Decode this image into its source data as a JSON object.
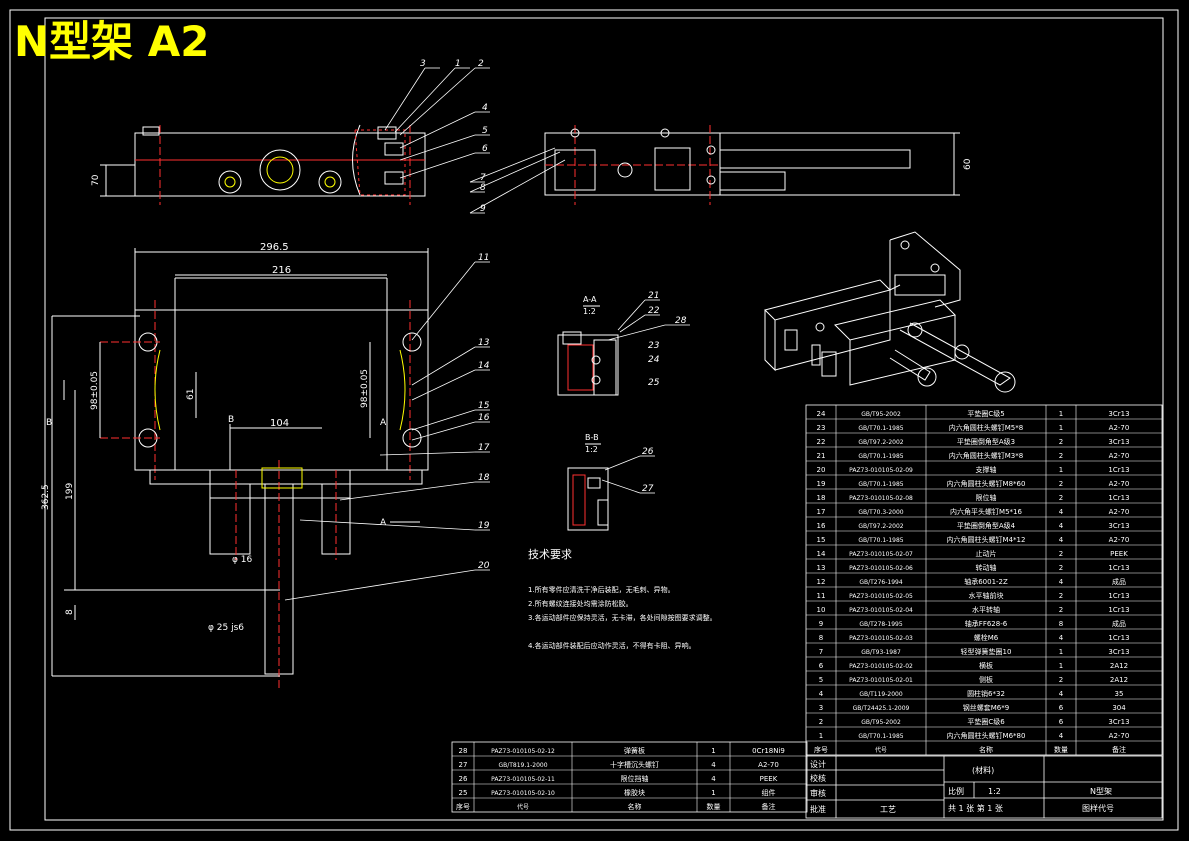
{
  "title": "N型架 A2",
  "colors": {
    "bg": "#000000",
    "line": "#ffffff",
    "yellow": "#ffff00",
    "red": "#ff3030",
    "cyan": "#00ffff",
    "green": "#00ff00",
    "mag": "#ff00ff"
  },
  "callouts": [
    "1",
    "2",
    "3",
    "4",
    "5",
    "6",
    "7",
    "8",
    "9",
    "11",
    "13",
    "14",
    "15",
    "16",
    "17",
    "18",
    "19",
    "20",
    "21",
    "22",
    "23",
    "24",
    "25",
    "26",
    "27",
    "28"
  ],
  "dimensions": {
    "d296": "296.5",
    "d216": "216",
    "d104": "104",
    "d70": "70",
    "d60": "60",
    "d98a": "98±0.05",
    "d98b": "98±0.05",
    "d61": "61",
    "d362": "362.5",
    "d199": "199",
    "d8": "8",
    "phi16": "φ 16",
    "phi25": "φ 25 js6",
    "labelA": "A",
    "labelB": "B",
    "labelB2": "B",
    "labelA2": "A"
  },
  "sections": {
    "aa": "A-A",
    "aa_scale": "1:2",
    "bb": "B-B",
    "bb_scale": "1:2"
  },
  "tech": {
    "heading": "技术要求",
    "items": [
      "1.所有零件应清洗干净后装配，无毛刺、异物。",
      "2.所有螺纹连接处均需涂防松胶。",
      "3.各运动部件应保持灵活，无卡滞，各处间隙按图要求调整。",
      "4.各运动部件装配后应动作灵活，不得有卡阻、异响。"
    ]
  },
  "bom_main": [
    {
      "n": "24",
      "code": "GB/T95-2002",
      "name": "平垫圈C级5",
      "qty": "1",
      "mat": "3Cr13"
    },
    {
      "n": "23",
      "code": "GB/T70.1-1985",
      "name": "内六角圆柱头螺钉M5*8",
      "qty": "1",
      "mat": "A2-70"
    },
    {
      "n": "22",
      "code": "GB/T97.2-2002",
      "name": "平垫圈倒角型A级3",
      "qty": "2",
      "mat": "3Cr13"
    },
    {
      "n": "21",
      "code": "GB/T70.1-1985",
      "name": "内六角圆柱头螺钉M3*8",
      "qty": "2",
      "mat": "A2-70"
    },
    {
      "n": "20",
      "code": "PAZ73-010105-02-09",
      "name": "支撑轴",
      "qty": "1",
      "mat": "1Cr13"
    },
    {
      "n": "19",
      "code": "GB/T70.1-1985",
      "name": "内六角圆柱头螺钉M8*60",
      "qty": "2",
      "mat": "A2-70"
    },
    {
      "n": "18",
      "code": "PAZ73-010105-02-08",
      "name": "限位轴",
      "qty": "2",
      "mat": "1Cr13"
    },
    {
      "n": "17",
      "code": "GB/T70.3-2000",
      "name": "内六角平头螺钉M5*16",
      "qty": "4",
      "mat": "A2-70"
    },
    {
      "n": "16",
      "code": "GB/T97.2-2002",
      "name": "平垫圈倒角型A级4",
      "qty": "4",
      "mat": "3Cr13"
    },
    {
      "n": "15",
      "code": "GB/T70.1-1985",
      "name": "内六角圆柱头螺钉M4*12",
      "qty": "4",
      "mat": "A2-70"
    },
    {
      "n": "14",
      "code": "PAZ73-010105-02-07",
      "name": "止动片",
      "qty": "2",
      "mat": "PEEK"
    },
    {
      "n": "13",
      "code": "PAZ73-010105-02-06",
      "name": "转动轴",
      "qty": "2",
      "mat": "1Cr13"
    },
    {
      "n": "12",
      "code": "GB/T276-1994",
      "name": "轴承6001-2Z",
      "qty": "4",
      "mat": "成品"
    },
    {
      "n": "11",
      "code": "PAZ73-010105-02-05",
      "name": "水平轴前块",
      "qty": "2",
      "mat": "1Cr13"
    },
    {
      "n": "10",
      "code": "PAZ73-010105-02-04",
      "name": "水平转轴",
      "qty": "2",
      "mat": "1Cr13"
    },
    {
      "n": "9",
      "code": "GB/T278-1995",
      "name": "轴承FF628-6",
      "qty": "8",
      "mat": "成品"
    },
    {
      "n": "8",
      "code": "PAZ73-010105-02-03",
      "name": "螺栓M6",
      "qty": "4",
      "mat": "1Cr13"
    },
    {
      "n": "7",
      "code": "GB/T93-1987",
      "name": "轻型弹簧垫圈10",
      "qty": "1",
      "mat": "3Cr13"
    },
    {
      "n": "6",
      "code": "PAZ73-010105-02-02",
      "name": "横板",
      "qty": "1",
      "mat": "2A12"
    },
    {
      "n": "5",
      "code": "PAZ73-010105-02-01",
      "name": "侧板",
      "qty": "2",
      "mat": "2A12"
    },
    {
      "n": "4",
      "code": "GB/T119-2000",
      "name": "圆柱销6*32",
      "qty": "4",
      "mat": "35"
    },
    {
      "n": "3",
      "code": "GB/T24425.1-2009",
      "name": "钢丝螺套M6*9",
      "qty": "6",
      "mat": "304"
    },
    {
      "n": "2",
      "code": "GB/T95-2002",
      "name": "平垫圈C级6",
      "qty": "6",
      "mat": "3Cr13"
    },
    {
      "n": "1",
      "code": "GB/T70.1-1985",
      "name": "内六角圆柱头螺钉M6*80",
      "qty": "4",
      "mat": "A2-70"
    }
  ],
  "bom_main_header": {
    "n": "序号",
    "code": "代号",
    "name": "名称",
    "qty": "数量",
    "mat": "备注"
  },
  "bom_small": [
    {
      "n": "28",
      "code": "PAZ73-010105-02-12",
      "name": "弹簧板",
      "qty": "1",
      "mat": "0Cr18Ni9"
    },
    {
      "n": "27",
      "code": "GB/T819.1-2000",
      "name": "十字槽沉头螺钉",
      "qty": "4",
      "mat": "A2-70"
    },
    {
      "n": "26",
      "code": "PAZ73-010105-02-11",
      "name": "限位挡轴",
      "qty": "4",
      "mat": "PEEK"
    },
    {
      "n": "25",
      "code": "PAZ73-010105-02-10",
      "name": "橡胶块",
      "qty": "1",
      "mat": "组件"
    }
  ],
  "bom_small_header": {
    "n": "序号",
    "code": "代号",
    "name": "名称",
    "qty": "数量",
    "mat": "备注"
  },
  "title_block": {
    "design": "设计",
    "check": "校核",
    "review": "审核",
    "approve": "批准",
    "process": "工艺",
    "material": "(材料)",
    "scale_label": "比例",
    "scale": "1:2",
    "part_name": "N型架",
    "sheets": "共 1 张 第 1 张",
    "drawing_no": "图样代号"
  }
}
